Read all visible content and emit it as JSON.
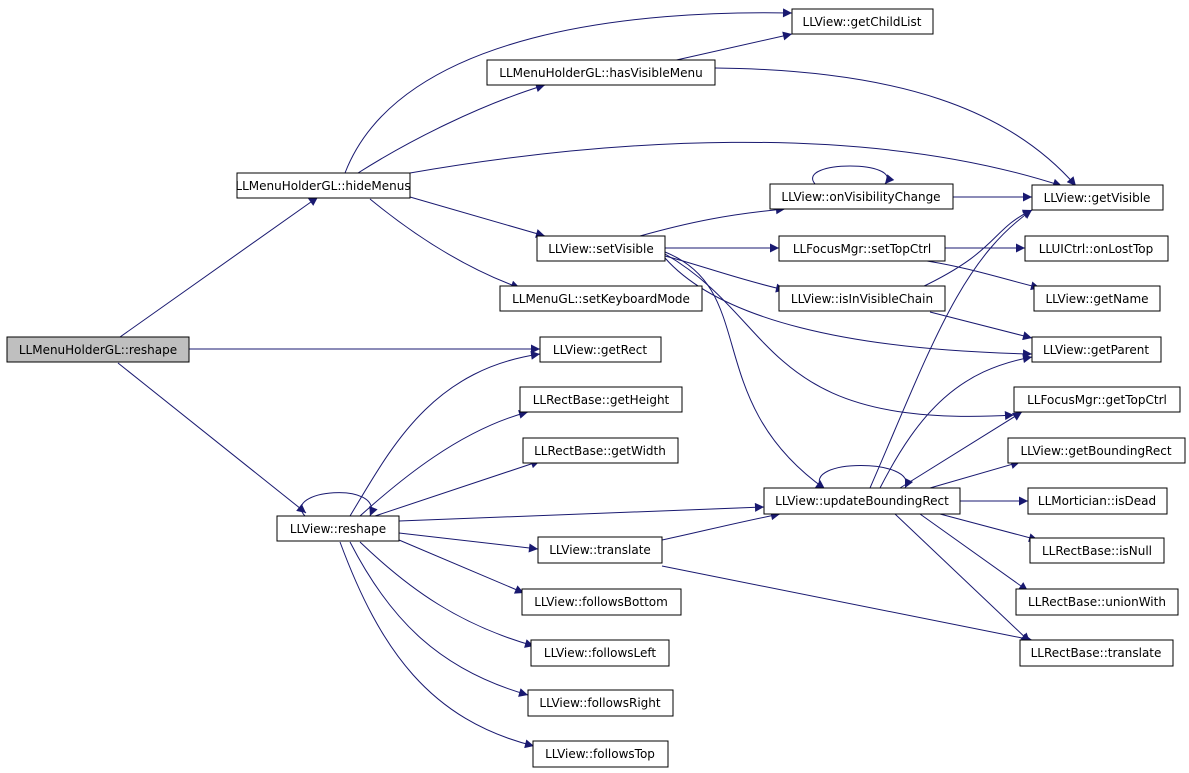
{
  "colors": {
    "edge": "#191970",
    "root_fill": "#bfbfbf",
    "node_fill": "#ffffff",
    "border": "#000000"
  },
  "nodes": {
    "root": {
      "label": "LLMenuHolderGL::reshape"
    },
    "hideMenus": {
      "label": "LLMenuHolderGL::hideMenus"
    },
    "getChildList": {
      "label": "LLView::getChildList"
    },
    "hasVisibleMenu": {
      "label": "LLMenuHolderGL::hasVisibleMenu"
    },
    "getVisible": {
      "label": "LLView::getVisible"
    },
    "onVisibilityChange": {
      "label": "LLView::onVisibilityChange"
    },
    "setVisible": {
      "label": "LLView::setVisible"
    },
    "setTopCtrl": {
      "label": "LLFocusMgr::setTopCtrl"
    },
    "onLostTop": {
      "label": "LLUICtrl::onLostTop"
    },
    "setKeyboardMode": {
      "label": "LLMenuGL::setKeyboardMode"
    },
    "isInVisibleChain": {
      "label": "LLView::isInVisibleChain"
    },
    "getName": {
      "label": "LLView::getName"
    },
    "getRect": {
      "label": "LLView::getRect"
    },
    "getParent": {
      "label": "LLView::getParent"
    },
    "getHeight": {
      "label": "LLRectBase::getHeight"
    },
    "getTopCtrl": {
      "label": "LLFocusMgr::getTopCtrl"
    },
    "getWidth": {
      "label": "LLRectBase::getWidth"
    },
    "getBoundingRect": {
      "label": "LLView::getBoundingRect"
    },
    "viewReshape": {
      "label": "LLView::reshape"
    },
    "updateBoundingRect": {
      "label": "LLView::updateBoundingRect"
    },
    "isDead": {
      "label": "LLMortician::isDead"
    },
    "viewTranslate": {
      "label": "LLView::translate"
    },
    "isNull": {
      "label": "LLRectBase::isNull"
    },
    "followsBottom": {
      "label": "LLView::followsBottom"
    },
    "unionWith": {
      "label": "LLRectBase::unionWith"
    },
    "rectTranslate": {
      "label": "LLRectBase::translate"
    },
    "followsLeft": {
      "label": "LLView::followsLeft"
    },
    "followsRight": {
      "label": "LLView::followsRight"
    },
    "followsTop": {
      "label": "LLView::followsTop"
    }
  }
}
